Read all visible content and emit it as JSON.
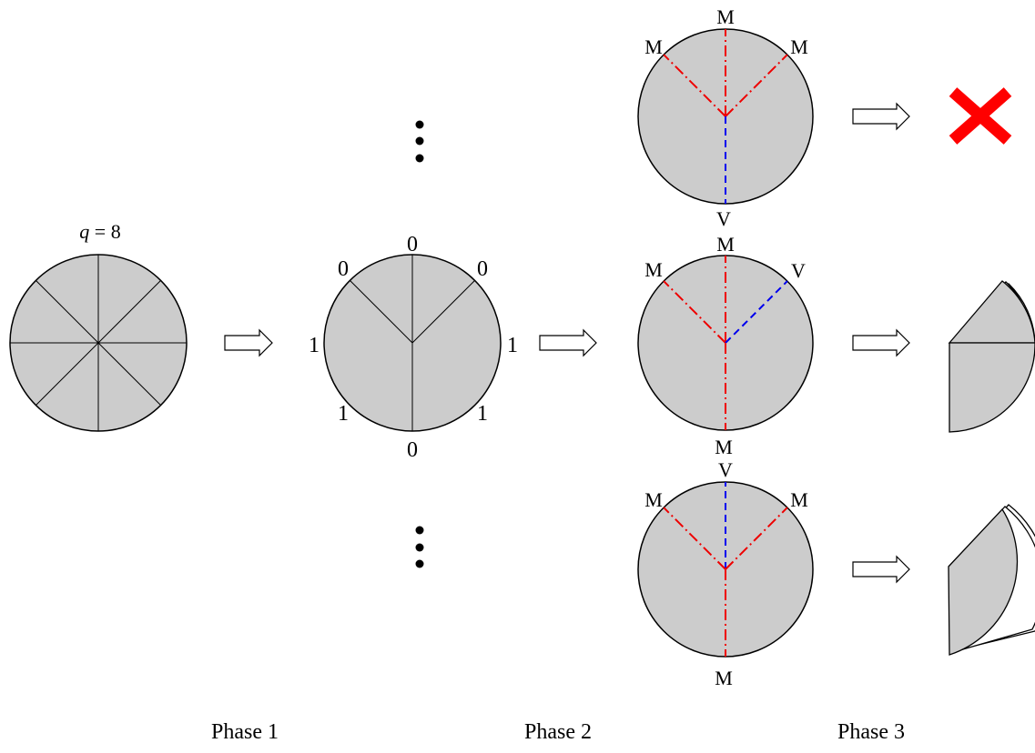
{
  "q_label": {
    "var": "q",
    "rest": " = 8"
  },
  "binary": {
    "top": "0",
    "upper_left": "0",
    "upper_right": "0",
    "left": "1",
    "right": "1",
    "lower_left": "1",
    "lower_right": "1",
    "bottom": "0"
  },
  "assignments": [
    {
      "top": "M",
      "upper_left": "M",
      "upper_right": "M",
      "bottom": "V",
      "result": "invalid"
    },
    {
      "top": "M",
      "upper_left": "M",
      "upper_right": "V",
      "bottom": "M",
      "result": "folded"
    },
    {
      "top": "V",
      "upper_left": "M",
      "upper_right": "M",
      "bottom": "M",
      "result": "folded"
    }
  ],
  "phases": [
    "Phase 1",
    "Phase 2",
    "Phase 3"
  ],
  "colors": {
    "disk_fill": "#cccccc",
    "mountain": "#ee0000",
    "valley": "#0000ee",
    "reject": "#ff0000"
  }
}
